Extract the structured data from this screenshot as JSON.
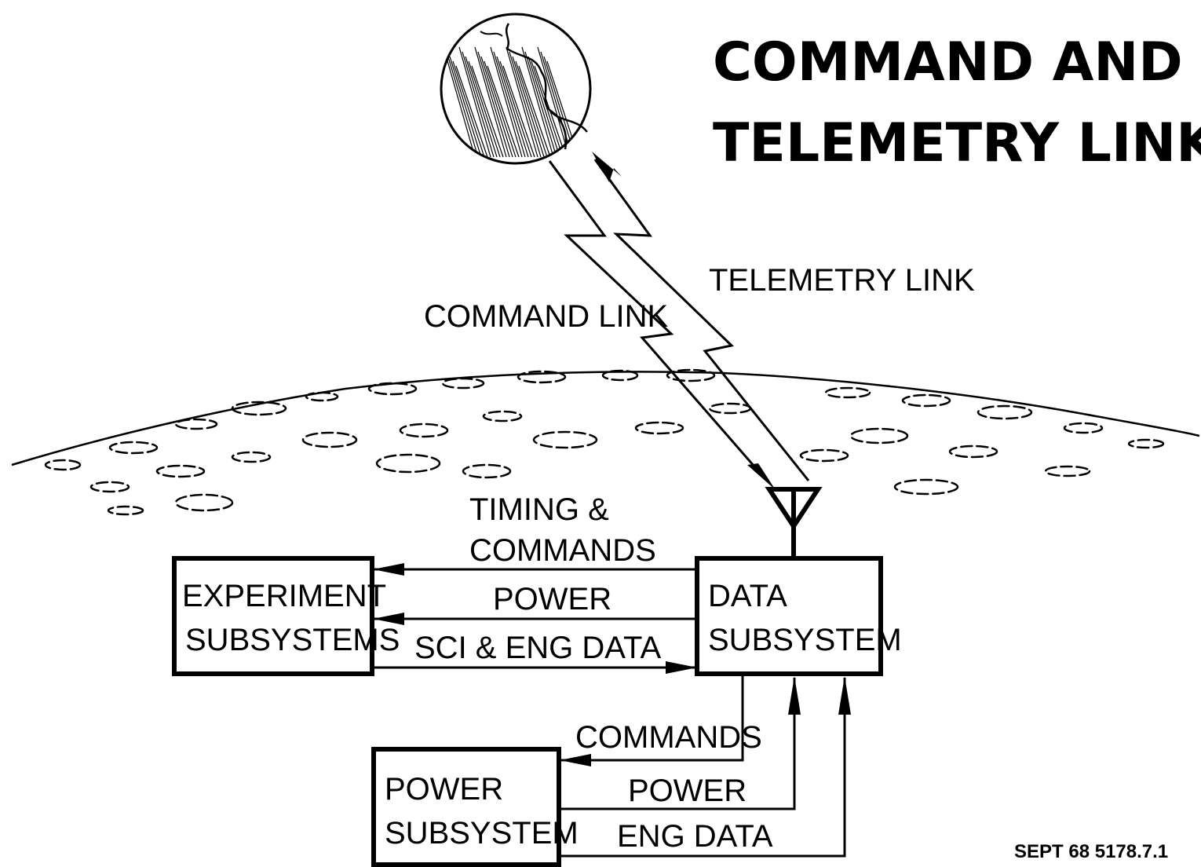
{
  "title": {
    "line1": "COMMAND AND",
    "line2": "TELEMETRY LINKS"
  },
  "links": {
    "command": "COMMAND LINK",
    "telemetry": "TELEMETRY LINK"
  },
  "boxes": {
    "experiment": {
      "line1": "EXPERIMENT",
      "line2": "SUBSYSTEMS"
    },
    "data": {
      "line1": "DATA",
      "line2": "SUBSYSTEM"
    },
    "power": {
      "line1": "POWER",
      "line2": "SUBSYSTEM"
    }
  },
  "flows": {
    "timing_line1": "TIMING &",
    "timing_line2": "COMMANDS",
    "power_to_experiment": "POWER",
    "sci_eng_data": "SCI  & ENG DATA",
    "commands": "COMMANDS",
    "power_to_data": "POWER",
    "eng_data": "ENG DATA"
  },
  "footer": {
    "ref": "SEPT 68 5178.7.1"
  },
  "icons": [
    "earth-globe-icon",
    "moon-surface",
    "antenna-icon"
  ],
  "colors": {
    "ink": "#000000",
    "paper": "#ffffff"
  }
}
